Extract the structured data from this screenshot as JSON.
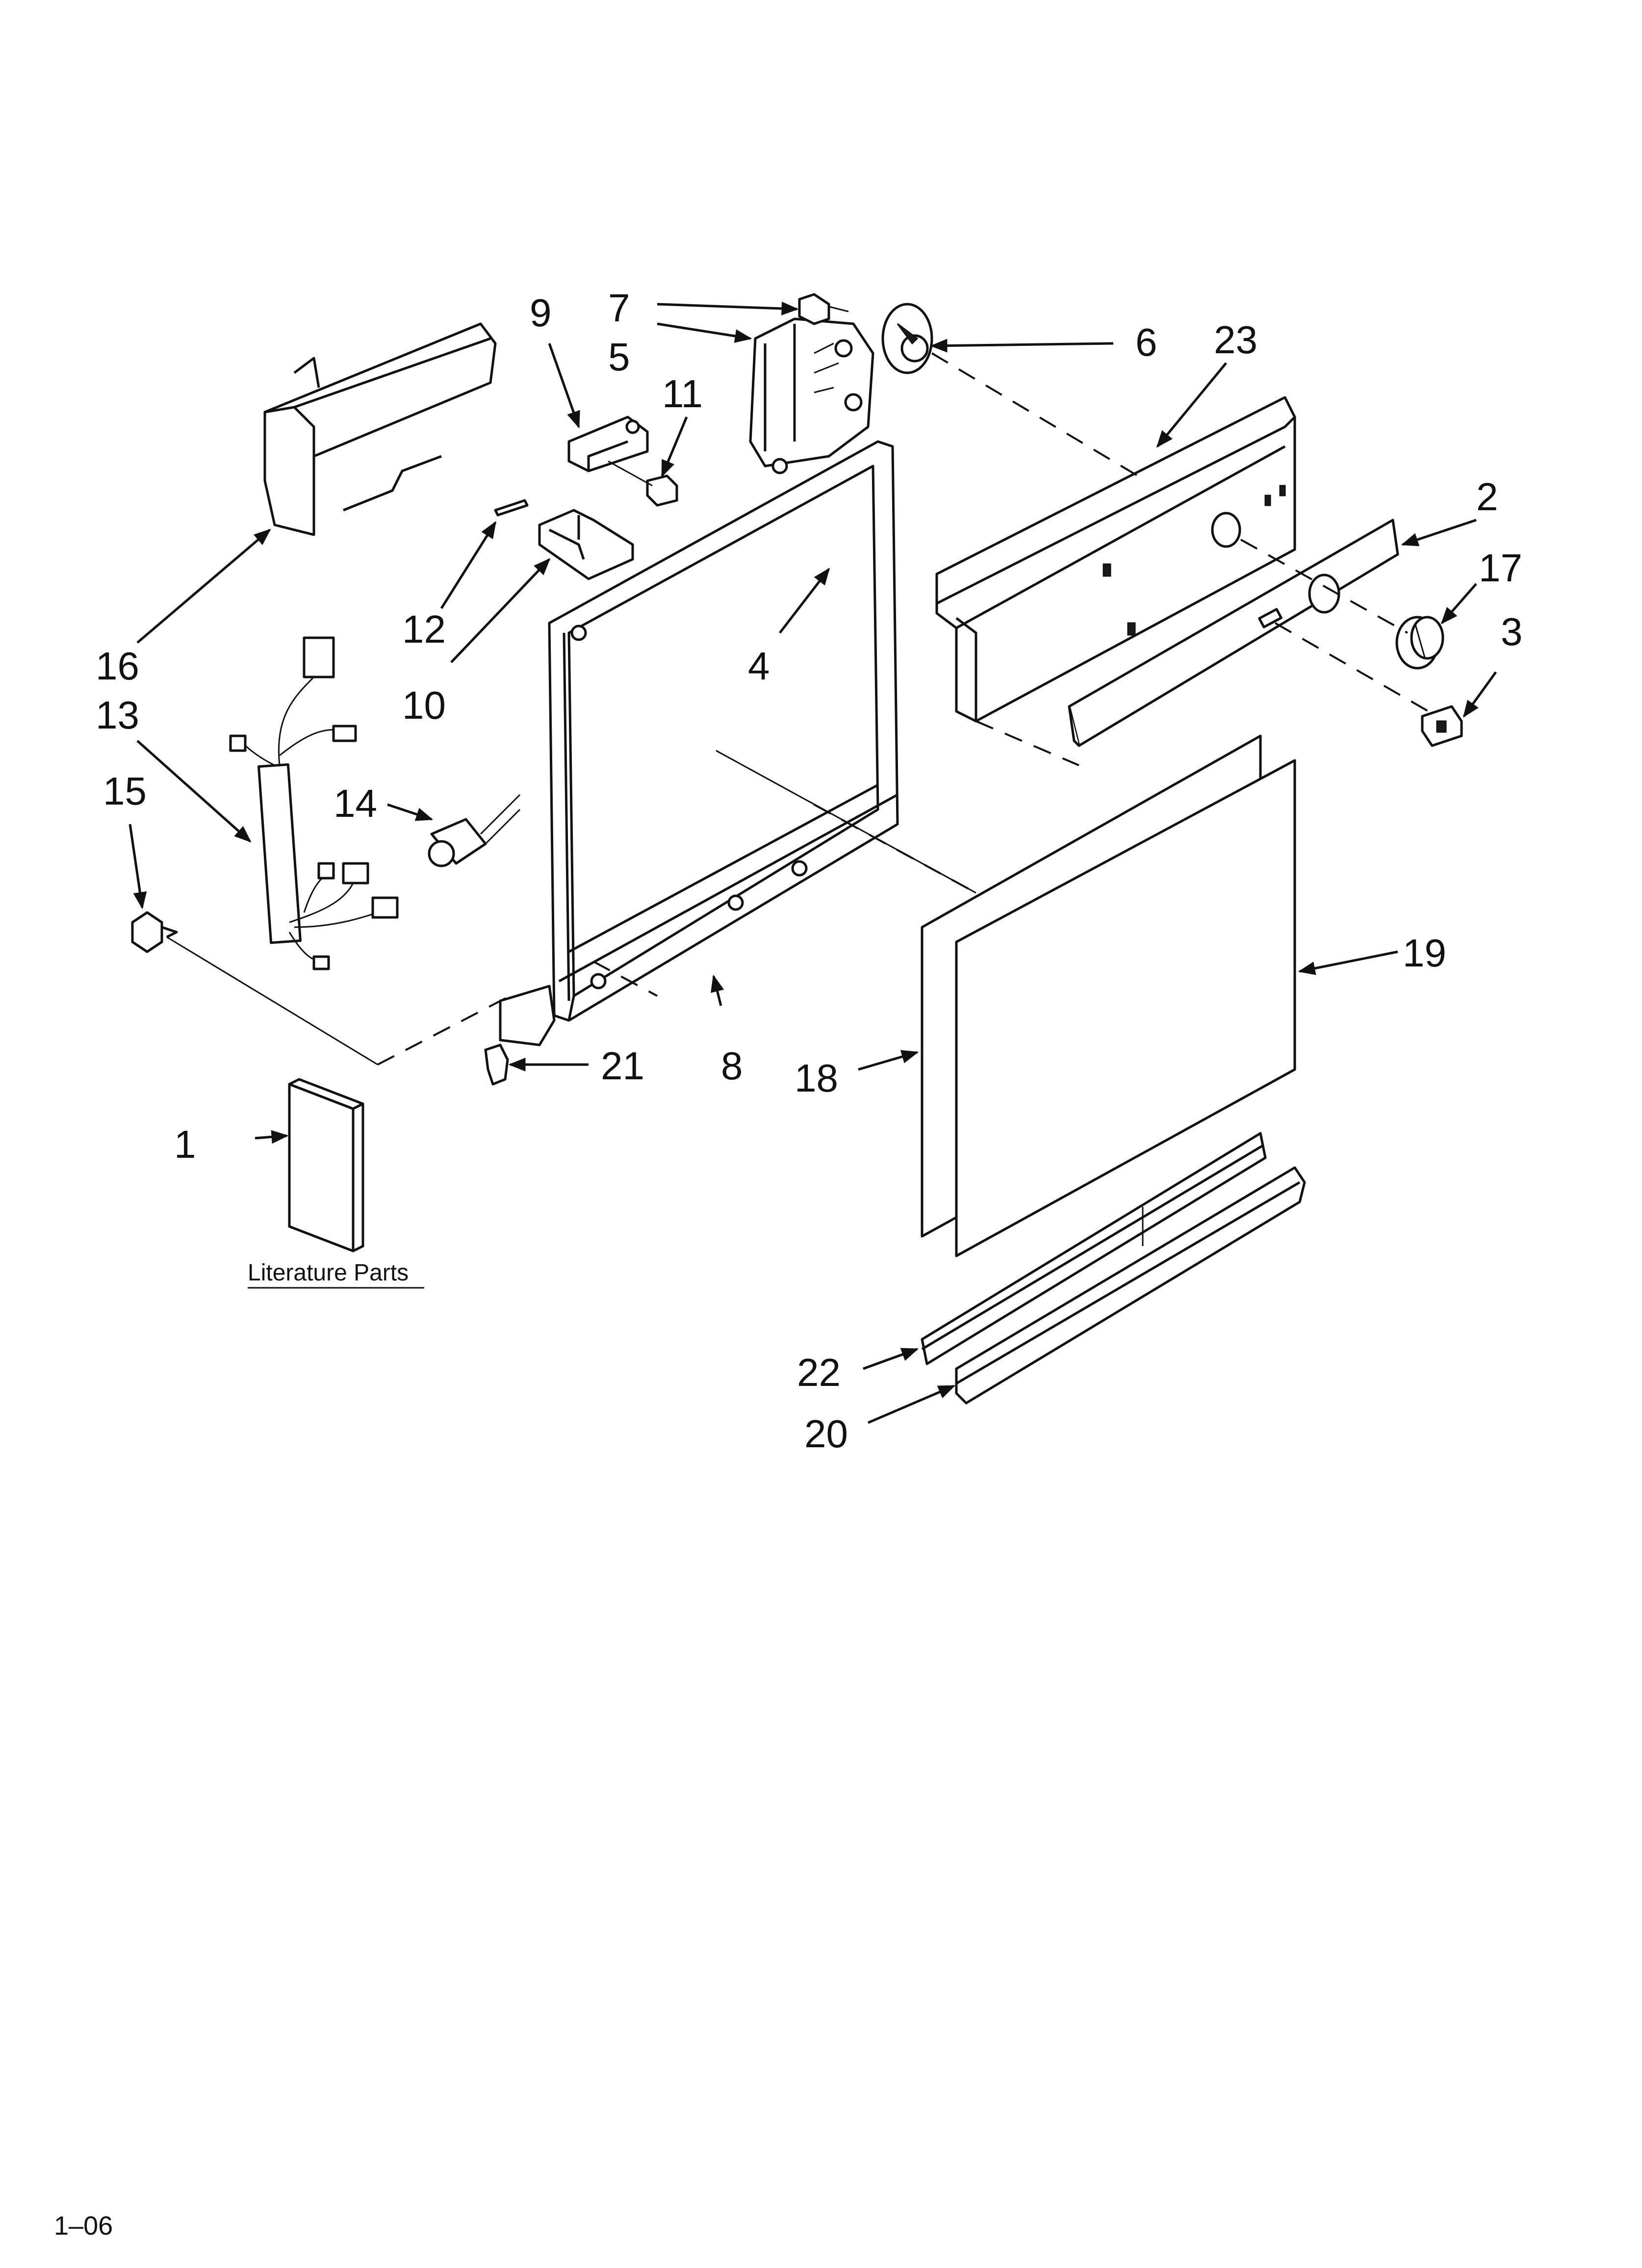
{
  "callouts": {
    "c1": "1",
    "c2": "2",
    "c3": "3",
    "c4": "4",
    "c5": "5",
    "c6": "6",
    "c7": "7",
    "c8": "8",
    "c9": "9",
    "c10": "10",
    "c11": "11",
    "c12": "12",
    "c13": "13",
    "c14": "14",
    "c15": "15",
    "c16": "16",
    "c17": "17",
    "c18": "18",
    "c19": "19",
    "c20": "20",
    "c21": "21",
    "c22": "22",
    "c23": "23"
  },
  "literature_label": "Literature Parts",
  "footer_code": "1–06"
}
